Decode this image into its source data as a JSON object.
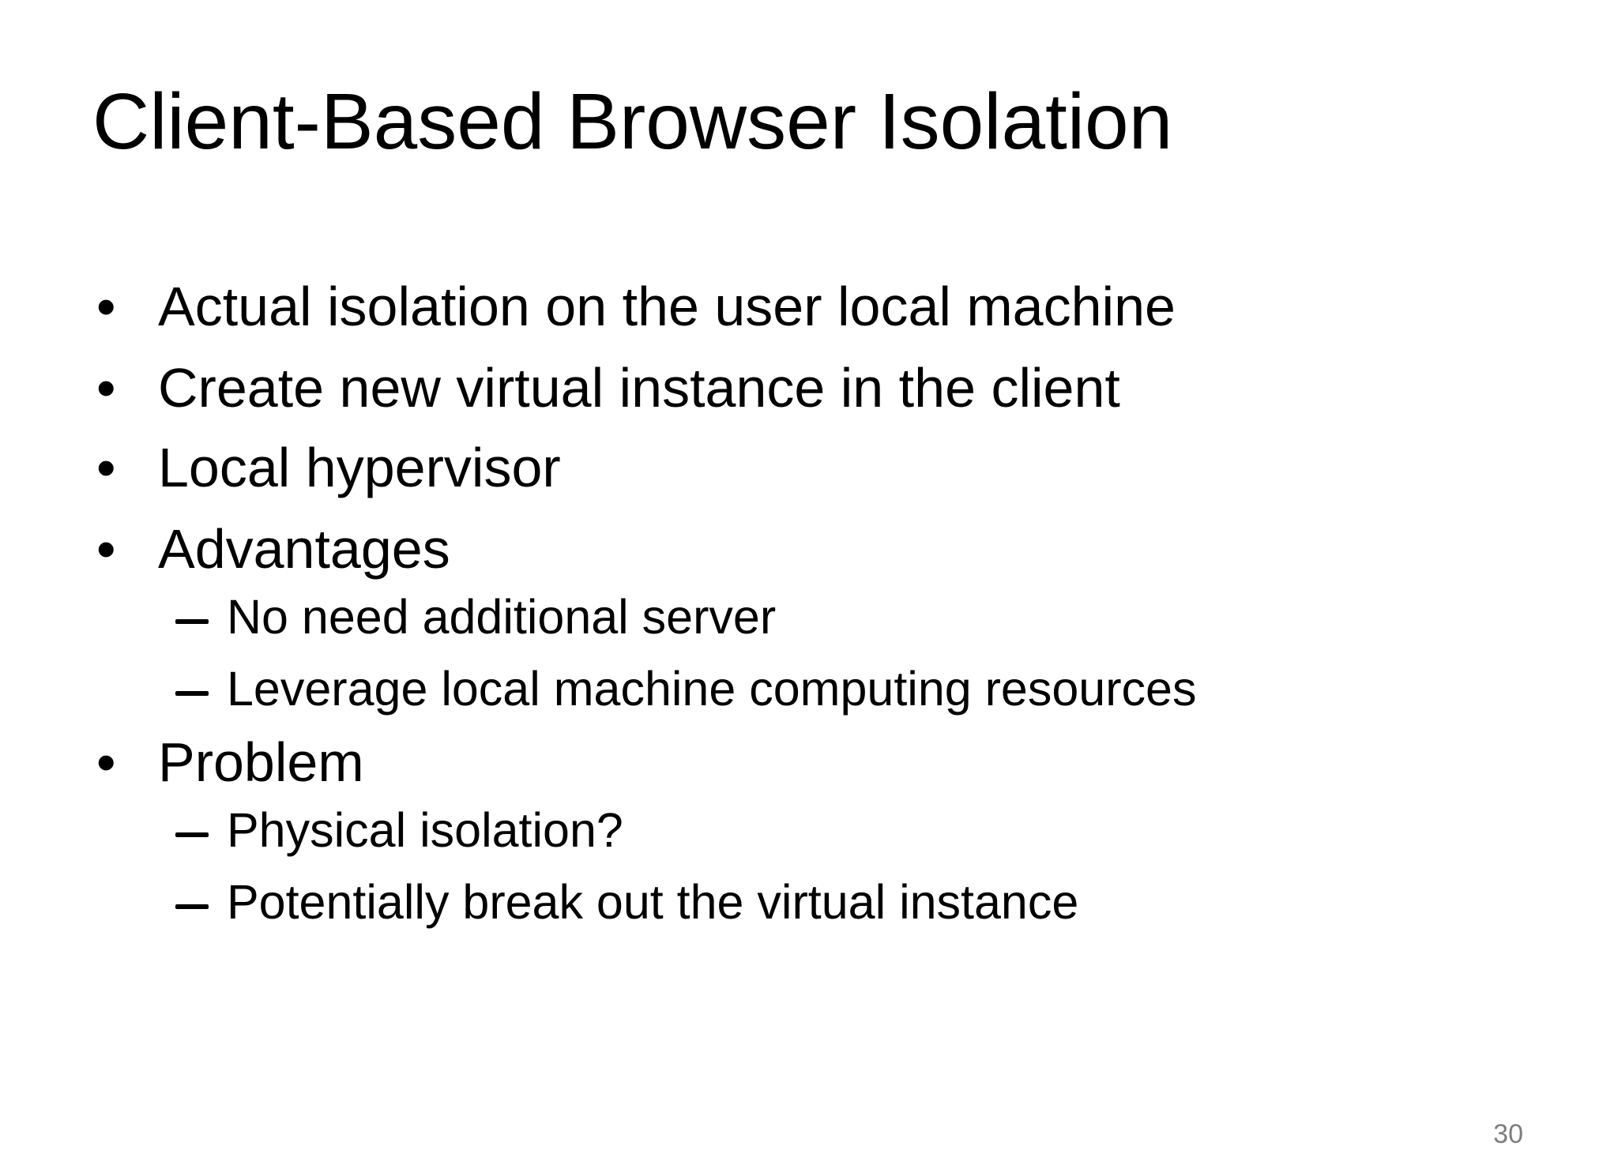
{
  "slide": {
    "title": "Client-Based Browser Isolation",
    "page_number": "30",
    "markers": {
      "level1": "•",
      "level2": "–"
    },
    "colors": {
      "background": "#ffffff",
      "text": "#000000",
      "page_number": "#7e7e7e"
    },
    "bullets": [
      {
        "level": 1,
        "text": "Actual isolation on the user local machine"
      },
      {
        "level": 1,
        "text": "Create new virtual instance in the client"
      },
      {
        "level": 1,
        "text": "Local hypervisor"
      },
      {
        "level": 1,
        "text": "Advantages"
      },
      {
        "level": 2,
        "text": "No need additional server"
      },
      {
        "level": 2,
        "text": "Leverage local machine computing resources"
      },
      {
        "level": 1,
        "text": "Problem"
      },
      {
        "level": 2,
        "text": "Physical isolation?"
      },
      {
        "level": 2,
        "text": "Potentially break out the virtual instance"
      }
    ]
  }
}
